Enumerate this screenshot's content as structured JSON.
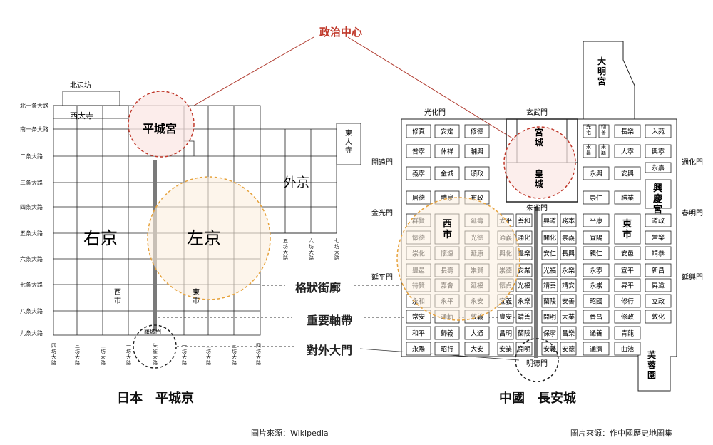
{
  "title": "政治中心",
  "callouts": {
    "grid": "格狀街廓",
    "axis": "重要軸帶",
    "gate": "對外大門"
  },
  "captions": {
    "left": "日本　平城京",
    "right": "中國　長安城"
  },
  "sources": {
    "left": "圖片來源：Wikipedia",
    "right": "圖片來源：作中國歷史地圖集"
  },
  "heijo": {
    "north_label": "北辺坊",
    "roads": [
      "北一条大路",
      "南一条大路",
      "二条大路",
      "三条大路",
      "四条大路",
      "五条大路",
      "六条大路",
      "七条大路",
      "八条大路",
      "九条大路"
    ],
    "palace": "平城宮",
    "west_temple": "西大寺",
    "east_temple": "東大寺",
    "ukyo": "右京",
    "sakyo": "左京",
    "gekyo": "外京",
    "west_market": "西市",
    "east_market": "東市",
    "rajo_gate": "羅城門",
    "bottom_roads": [
      "四坊大路",
      "三坊大路",
      "二坊大路",
      "一坊大路",
      "朱雀大路",
      "一坊大路",
      "二坊大路",
      "三坊大路",
      "四坊大路"
    ],
    "gekyo_roads": [
      "五坊大路",
      "六坊大路",
      "七坊大路"
    ]
  },
  "changan": {
    "daming": "大明宮",
    "xingqing": "興慶宮",
    "furong": "芙蓉園",
    "gong": "宮城",
    "huang": "皇城",
    "west_market": "西市",
    "east_market": "東市",
    "mingde": "明德門",
    "zhuque_gate": "朱雀門",
    "gates": {
      "guanghua": "光化門",
      "xuanwu": "玄武門",
      "jingyao": "開遠門",
      "jinguang": "金光門",
      "yanping": "延平門",
      "tonghua": "通化門",
      "chunming": "春明門",
      "yanxing": "延興門"
    },
    "west_blocks": [
      [
        "修真",
        "安定",
        "修德"
      ],
      [
        "普寧",
        "休祥",
        "輔興"
      ],
      [
        "義寧",
        "金城",
        "頒政"
      ],
      [
        "居德",
        "醴泉",
        "布政"
      ],
      [
        "群賢",
        "",
        "延壽"
      ],
      [
        "懷德",
        "",
        "光德"
      ],
      [
        "崇化",
        "懷遠",
        "延康"
      ],
      [
        "豐邑",
        "長壽",
        "崇賢"
      ],
      [
        "待賢",
        "嘉會",
        "延福"
      ],
      [
        "永和",
        "永平",
        "永安"
      ],
      [
        "常安",
        "通軌",
        "敦義"
      ],
      [
        "和平",
        "歸義",
        "大通"
      ],
      [
        "永陽",
        "昭行",
        "大安"
      ]
    ],
    "mid_west": [
      "太平",
      "通義",
      "興化",
      "崇德",
      "懷貞",
      "宣義",
      "豐安",
      "昌明",
      "安業"
    ],
    "mid_east": [
      "善和",
      "通化",
      "豐樂",
      "安業",
      "光福",
      "永樂",
      "靖善",
      "蘭陵",
      "開明",
      "保寧",
      "崇義"
    ],
    "mid_col3": [
      "興道",
      "開化",
      "安仁",
      "光福",
      "靖善",
      "蘭陵",
      "開明",
      "保寧",
      "安義"
    ],
    "mid_col4": [
      "務本",
      "崇義",
      "長興",
      "永樂",
      "靖安",
      "安善",
      "大業",
      "昌樂",
      "安德"
    ],
    "east_blocks": [
      [
        "光宅",
        "翊善",
        "長樂",
        "入苑"
      ],
      [
        "永昌",
        "來庭",
        "大寧",
        "興寧"
      ],
      [
        "永興",
        "安興",
        "永嘉"
      ],
      [
        "崇仁",
        "勝業"
      ],
      [
        "平康",
        "",
        "道政"
      ],
      [
        "宣陽",
        "",
        "常樂"
      ],
      [
        "親仁",
        "安邑",
        "靖恭"
      ],
      [
        "永寧",
        "宣平",
        "新昌"
      ],
      [
        "永崇",
        "昇平",
        "昇道"
      ],
      [
        "昭國",
        "修行",
        "立政"
      ],
      [
        "晉昌",
        "修政",
        "敦化"
      ],
      [
        "通善",
        "青龍"
      ],
      [
        "通濟",
        "曲池"
      ]
    ]
  }
}
